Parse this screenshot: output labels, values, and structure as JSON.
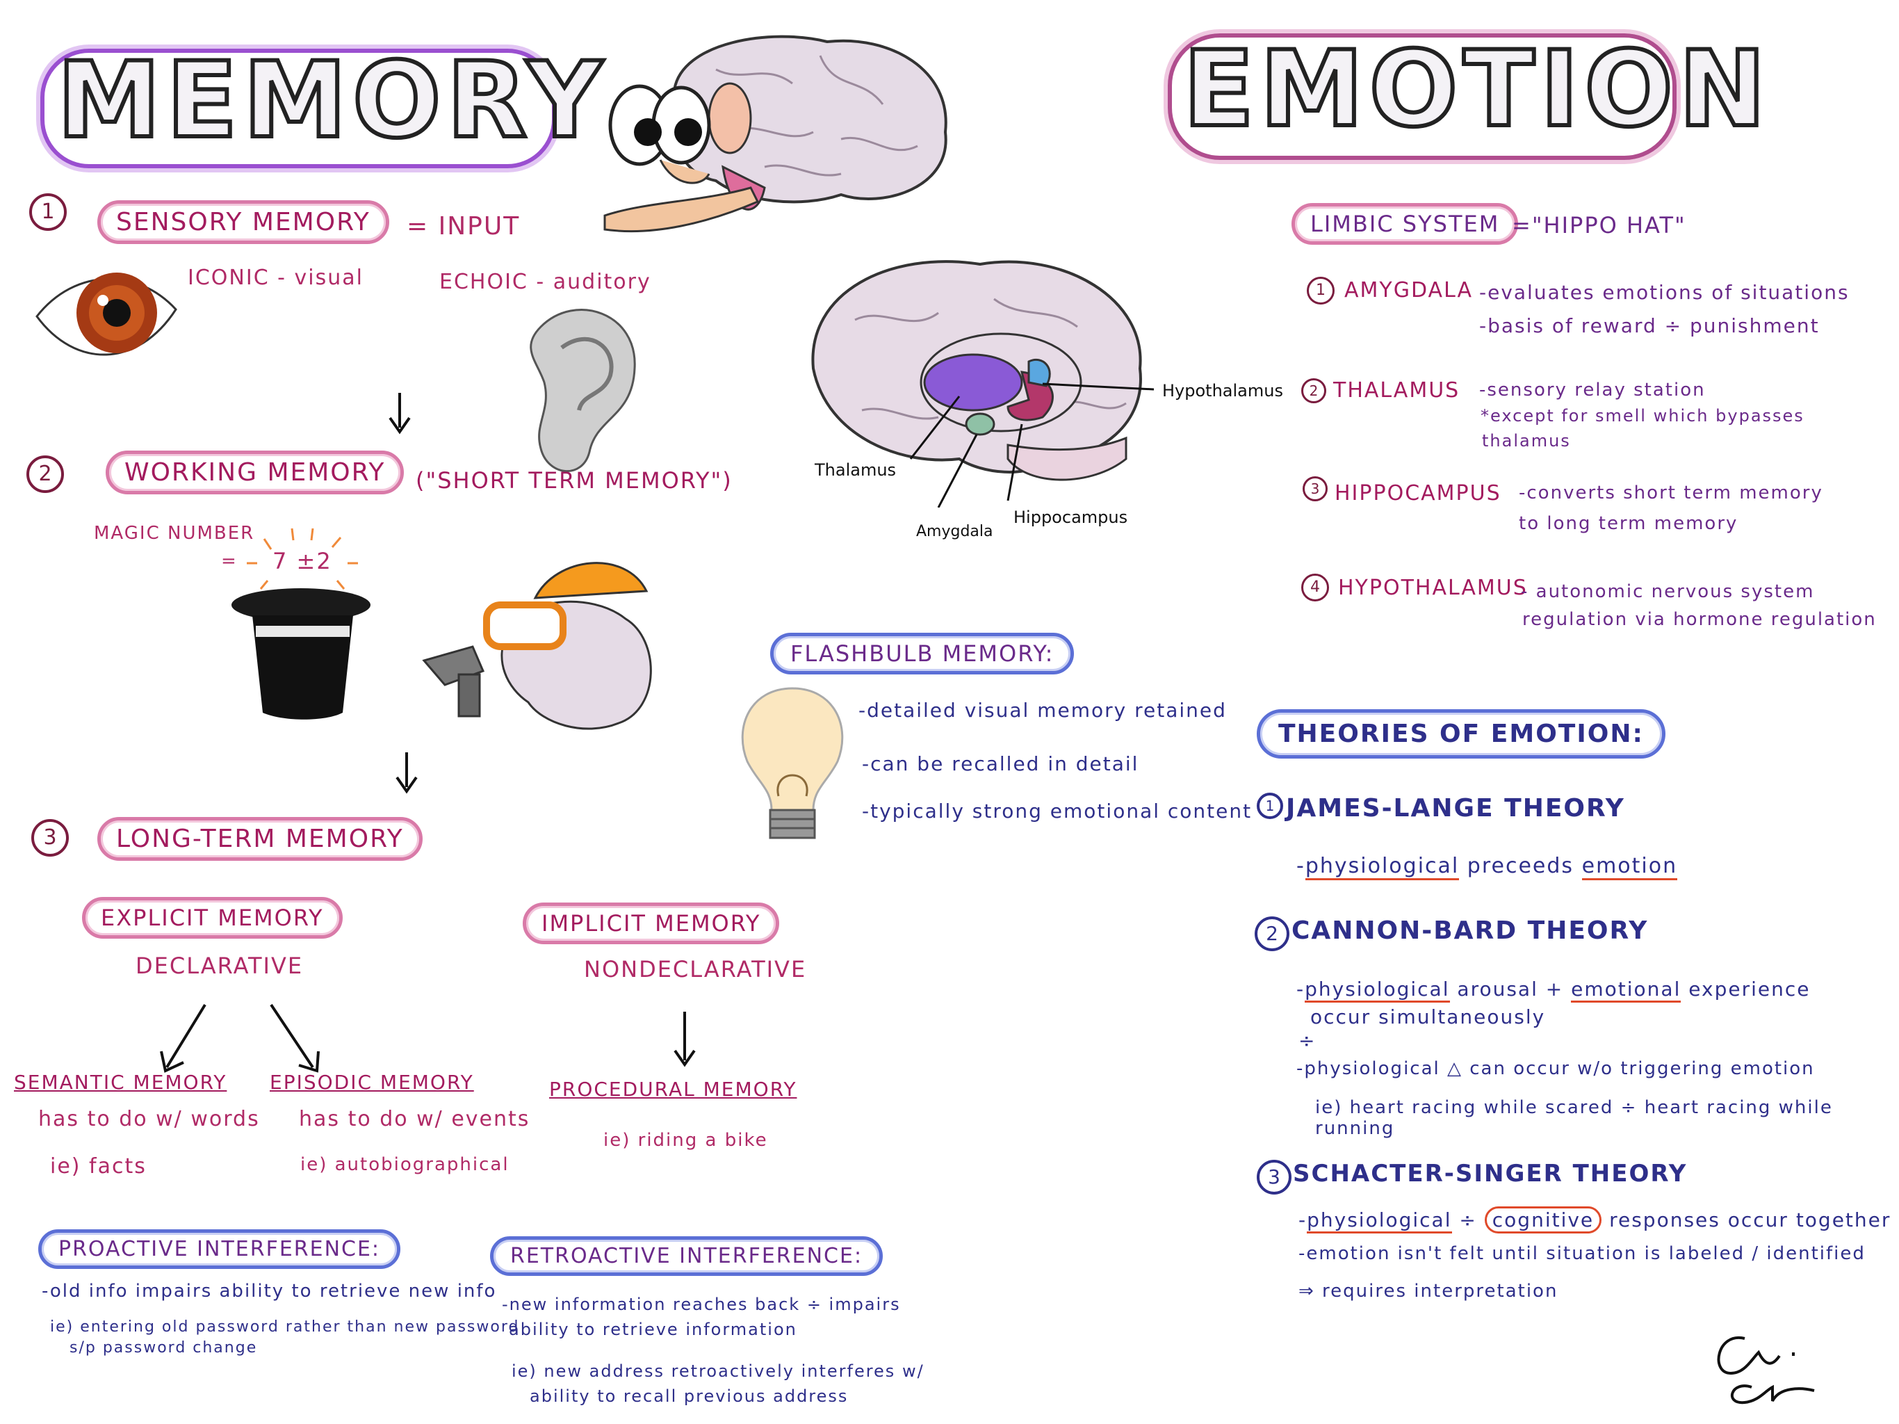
{
  "memory": {
    "title": "MEMORY",
    "sensory": {
      "num": "1",
      "label": "SENSORY MEMORY",
      "eq": "= INPUT",
      "iconic": "ICONIC - visual",
      "echoic": "ECHOIC - auditory"
    },
    "working": {
      "num": "2",
      "label": "WORKING MEMORY",
      "alt": "(\"SHORT TERM MEMORY\")",
      "magic": "MAGIC NUMBER",
      "magic_eq": "=",
      "magic_value": "7 ±2"
    },
    "longterm": {
      "num": "3",
      "label": "LONG-TERM MEMORY"
    },
    "explicit": {
      "label": "EXPLICIT MEMORY",
      "sub": "DECLARATIVE"
    },
    "implicit": {
      "label": "IMPLICIT MEMORY",
      "sub": "NONDECLARATIVE"
    },
    "semantic": {
      "label": "SEMANTIC MEMORY",
      "desc": "has to do w/ words",
      "eg": "ie) facts"
    },
    "episodic": {
      "label": "EPISODIC MEMORY",
      "desc": "has to do w/ events",
      "eg": "ie) autobiographical"
    },
    "procedural": {
      "label": "PROCEDURAL MEMORY",
      "eg": "ie) riding a bike"
    },
    "flashbulb": {
      "label": "FLASHBULB MEMORY:",
      "items": [
        "-detailed visual memory retained",
        "-can be recalled in detail",
        "-typically strong emotional content"
      ]
    },
    "proactive": {
      "label": "PROACTIVE INTERFERENCE:",
      "line1": "-old info impairs ability to retrieve new info",
      "line2": "ie) entering old password rather than new password",
      "line3": "s/p password change"
    },
    "retroactive": {
      "label": "RETROACTIVE INTERFERENCE:",
      "line1": "-new information reaches back ÷ impairs",
      "line2": "ability to retrieve information",
      "line3": "ie) new address retroactively interferes w/",
      "line4": "ability to recall previous address"
    },
    "brain_labels": {
      "hypothalamus": "Hypothalamus",
      "thalamus": "Thalamus",
      "amygdala": "Amygdala",
      "hippocampus": "Hippocampus"
    }
  },
  "emotion": {
    "title": "EMOTION",
    "limbic": {
      "label": "LIMBIC SYSTEM",
      "eq": "=\"HIPPO HAT\""
    },
    "items": [
      {
        "num": "1",
        "name": "AMYGDALA",
        "desc": "-evaluates emotions of situations",
        "desc2": "-basis of reward ÷ punishment"
      },
      {
        "num": "2",
        "name": "THALAMUS",
        "desc": "-sensory relay station",
        "desc2": "*except for smell which bypasses",
        "desc3": "thalamus"
      },
      {
        "num": "3",
        "name": "HIPPOCAMPUS",
        "desc": "-converts short term memory",
        "desc2": "to long term memory"
      },
      {
        "num": "4",
        "name": "HYPOTHALAMUS",
        "desc": "- autonomic nervous system",
        "desc2": "regulation via hormone regulation"
      }
    ],
    "theories": {
      "label": "THEORIES OF EMOTION:",
      "james": {
        "num": "1",
        "name": "JAMES-LANGE THEORY",
        "dash": "-",
        "w1": "physiological",
        "w2": "preceeds",
        "w3": "emotion"
      },
      "cannon": {
        "num": "2",
        "name": "CANNON-BARD THEORY",
        "dash": "-",
        "w1": "physiological",
        "w2": "arousal +",
        "w3": "emotional",
        "w4": "experience",
        "line2": "occur simultaneously",
        "div": "÷",
        "line3": "-physiological △ can occur w/o triggering emotion",
        "line4": "ie) heart racing while scared ÷ heart racing while running"
      },
      "schacter": {
        "num": "3",
        "name": "SCHACTER-SINGER THEORY",
        "dash": "-",
        "w1": "physiological",
        "w2": "÷",
        "w3": "cognitive",
        "w4": "responses occur together",
        "line2": "-emotion isn't felt until situation is labeled / identified",
        "line3": "⇒ requires interpretation"
      }
    }
  },
  "colors": {
    "pink": "#b02a66",
    "purple": "#6a2a8a",
    "navy": "#2e2f8a",
    "brain": "#e7dbe6",
    "thalamus": "#8a5ad6",
    "hippocampus": "#b3376a",
    "amygdala": "#8fc1a6",
    "hypothalamus": "#5aa7e0"
  }
}
